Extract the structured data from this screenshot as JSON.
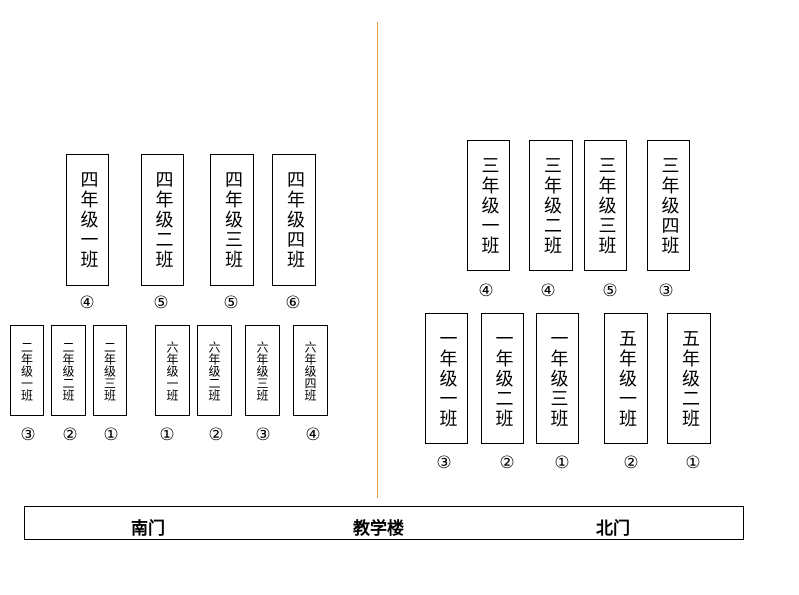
{
  "classrooms": {
    "grade4": [
      "四年级一班",
      "四年级二班",
      "四年级三班",
      "四年级四班"
    ],
    "grade4_nums": [
      "④",
      "⑤",
      "⑤",
      "⑥"
    ],
    "grade2": [
      "二年级一班",
      "二年级二班",
      "二年级三班"
    ],
    "grade2_nums": [
      "③",
      "②",
      "①"
    ],
    "grade6": [
      "六年级一班",
      "六年级二班",
      "六年级三班",
      "六年级四班"
    ],
    "grade6_nums": [
      "①",
      "②",
      "③",
      "④"
    ],
    "grade3": [
      "三年级一班",
      "三年级二班",
      "三年级三班",
      "三年级四班"
    ],
    "grade3_nums": [
      "④",
      "④",
      "⑤",
      "③"
    ],
    "grade1": [
      "一年级一班",
      "一年级二班",
      "一年级三班"
    ],
    "grade1_nums": [
      "③",
      "②",
      "①"
    ],
    "grade5": [
      "五年级一班",
      "五年级二班"
    ],
    "grade5_nums": [
      "②",
      "①"
    ]
  },
  "building": {
    "south_gate": "南门",
    "name": "教学楼",
    "north_gate": "北门"
  },
  "colors": {
    "divider": "#e59a4b",
    "border": "#000000"
  }
}
